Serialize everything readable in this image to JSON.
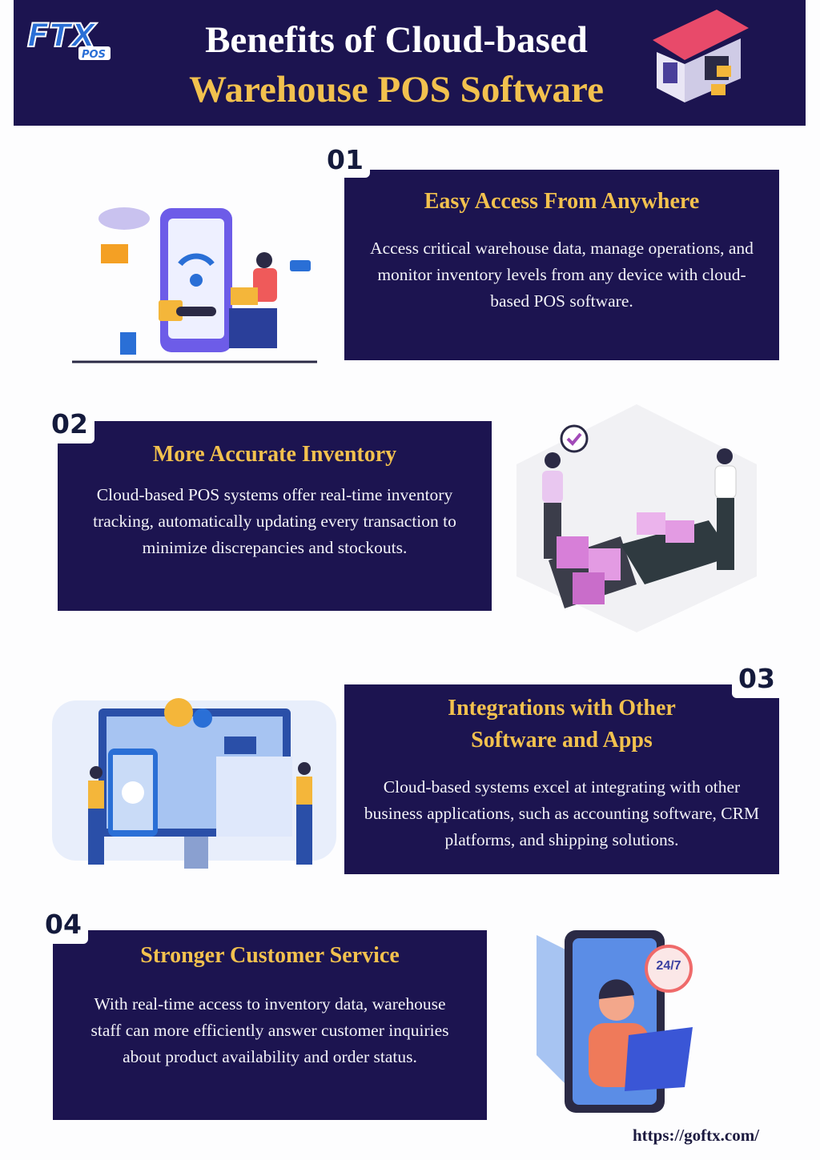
{
  "header": {
    "logo_text": "FTX POS",
    "title_line1": "Benefits of Cloud-based",
    "title_line2": "Warehouse POS Software",
    "title_color": "#ffffff",
    "accent_color": "#f2c14e",
    "background_color": "#1c1450"
  },
  "sections": [
    {
      "number": "01",
      "title": "Easy Access From Anywhere",
      "body": "Access critical warehouse data, manage operations, and monitor inventory levels from any device with cloud-based POS software.",
      "illustration": "mobile-wifi-access-icon"
    },
    {
      "number": "02",
      "title": "More Accurate Inventory",
      "body": "Cloud-based POS systems offer real-time inventory tracking, automatically updating every transaction to minimize discrepancies and stockouts.",
      "illustration": "warehouse-workers-boxes-icon"
    },
    {
      "number": "03",
      "title": "Integrations with Other Software and Apps",
      "body": "Cloud-based systems excel at integrating with other business applications, such as accounting software, CRM platforms, and shipping solutions.",
      "illustration": "software-integration-icon"
    },
    {
      "number": "04",
      "title": "Stronger Customer Service",
      "body": "With real-time access to inventory data, warehouse staff can more efficiently answer customer inquiries about product availability and order status.",
      "illustration": "support-agent-24-7-icon",
      "badge": "24/7"
    }
  ],
  "footer": {
    "url": "https://goftx.com/"
  }
}
